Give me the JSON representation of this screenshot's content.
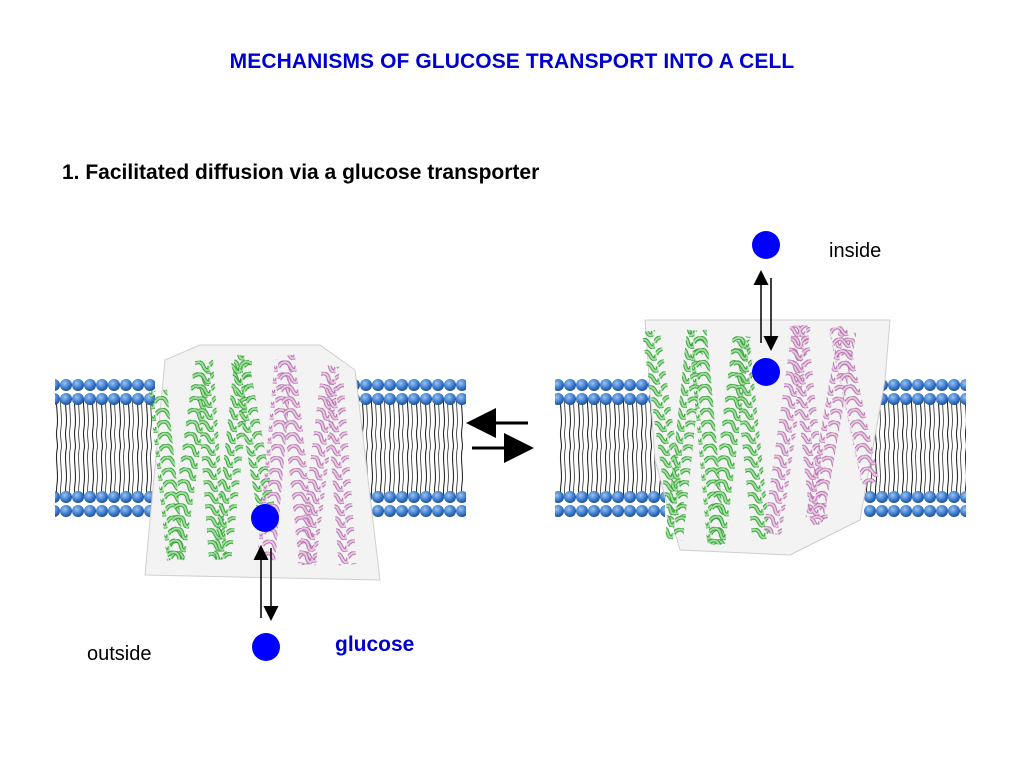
{
  "slide": {
    "title": "MECHANISMS OF GLUCOSE TRANSPORT INTO A CELL",
    "subtitle": "1. Facilitated diffusion via a glucose transporter"
  },
  "labels": {
    "inside": "inside",
    "outside": "outside",
    "glucose": "glucose"
  },
  "colors": {
    "title": "#0000cc",
    "glucose": "#0000ff",
    "lipid_head": "#3f7fcf",
    "helix_green": "#7ccf7c",
    "helix_pink": "#d9a2d2"
  }
}
